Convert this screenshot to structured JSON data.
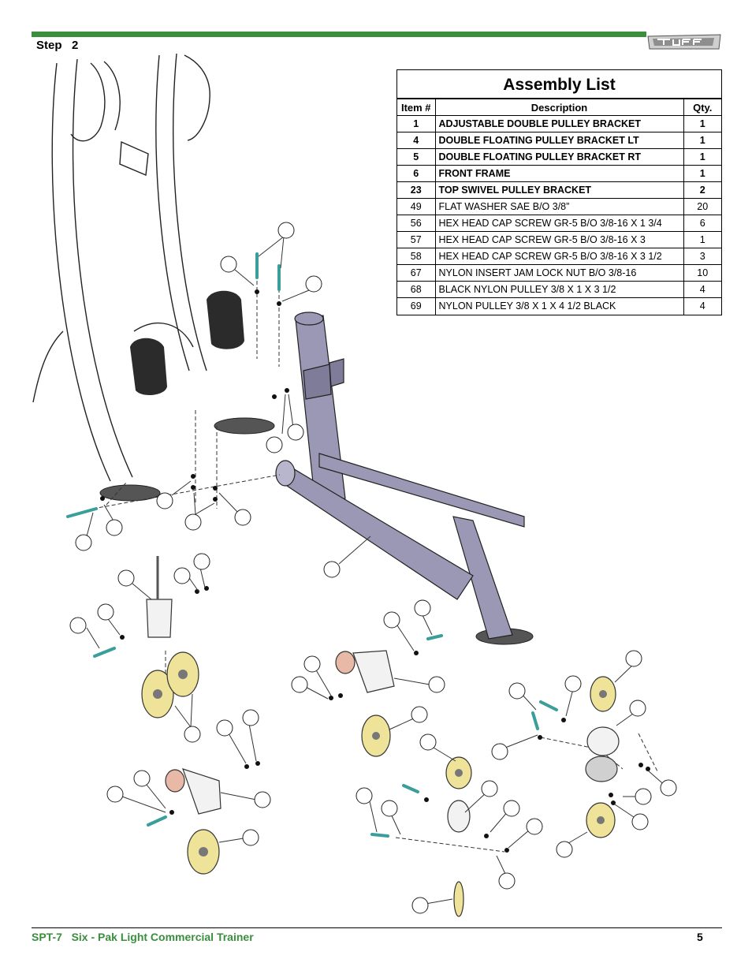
{
  "header": {
    "step_label": "Step   2",
    "brand_color": "#3a8f3c",
    "logo_icon": "tuffstuff-logo"
  },
  "assembly_list": {
    "title": "Assembly List",
    "columns": [
      "Item #",
      "Description",
      "Qty."
    ],
    "rows": [
      {
        "item": "1",
        "description": "ADJUSTABLE DOUBLE PULLEY BRACKET",
        "qty": "1",
        "bold": true
      },
      {
        "item": "4",
        "description": "DOUBLE FLOATING PULLEY BRACKET LT",
        "qty": "1",
        "bold": true
      },
      {
        "item": "5",
        "description": "DOUBLE FLOATING PULLEY BRACKET RT",
        "qty": "1",
        "bold": true
      },
      {
        "item": "6",
        "description": "FRONT FRAME",
        "qty": "1",
        "bold": true
      },
      {
        "item": "23",
        "description": "TOP SWIVEL PULLEY BRACKET",
        "qty": "2",
        "bold": true
      },
      {
        "item": "49",
        "description": "FLAT WASHER  SAE B/O 3/8”",
        "qty": "20",
        "bold": false
      },
      {
        "item": "56",
        "description": "HEX HEAD CAP SCREW GR-5 B/O 3/8-16 X 1 3/4",
        "qty": "6",
        "bold": false
      },
      {
        "item": "57",
        "description": "HEX HEAD CAP SCREW GR-5 B/O 3/8-16 X 3",
        "qty": "1",
        "bold": false
      },
      {
        "item": "58",
        "description": "HEX HEAD CAP SCREW GR-5 B/O 3/8-16 X 3 1/2",
        "qty": "3",
        "bold": false
      },
      {
        "item": "67",
        "description": "NYLON INSERT JAM LOCK NUT B/O 3/8-16",
        "qty": "10",
        "bold": false
      },
      {
        "item": "68",
        "description": "BLACK NYLON PULLEY 3/8 X 1 X 3 1/2",
        "qty": "4",
        "bold": false
      },
      {
        "item": "69",
        "description": "NYLON PULLEY 3/8 X 1 X 4 1/2 BLACK",
        "qty": "4",
        "bold": false
      }
    ]
  },
  "diagram": {
    "frame_color": "#9a98b4",
    "pulley_color": "#efe39a",
    "bushing_color": "#e9b9a8",
    "callout_icon": "empty-callout-circle-icon"
  },
  "footer": {
    "title": "SPT-7   Six - Pak Light Commercial Trainer",
    "page_number": "5"
  }
}
